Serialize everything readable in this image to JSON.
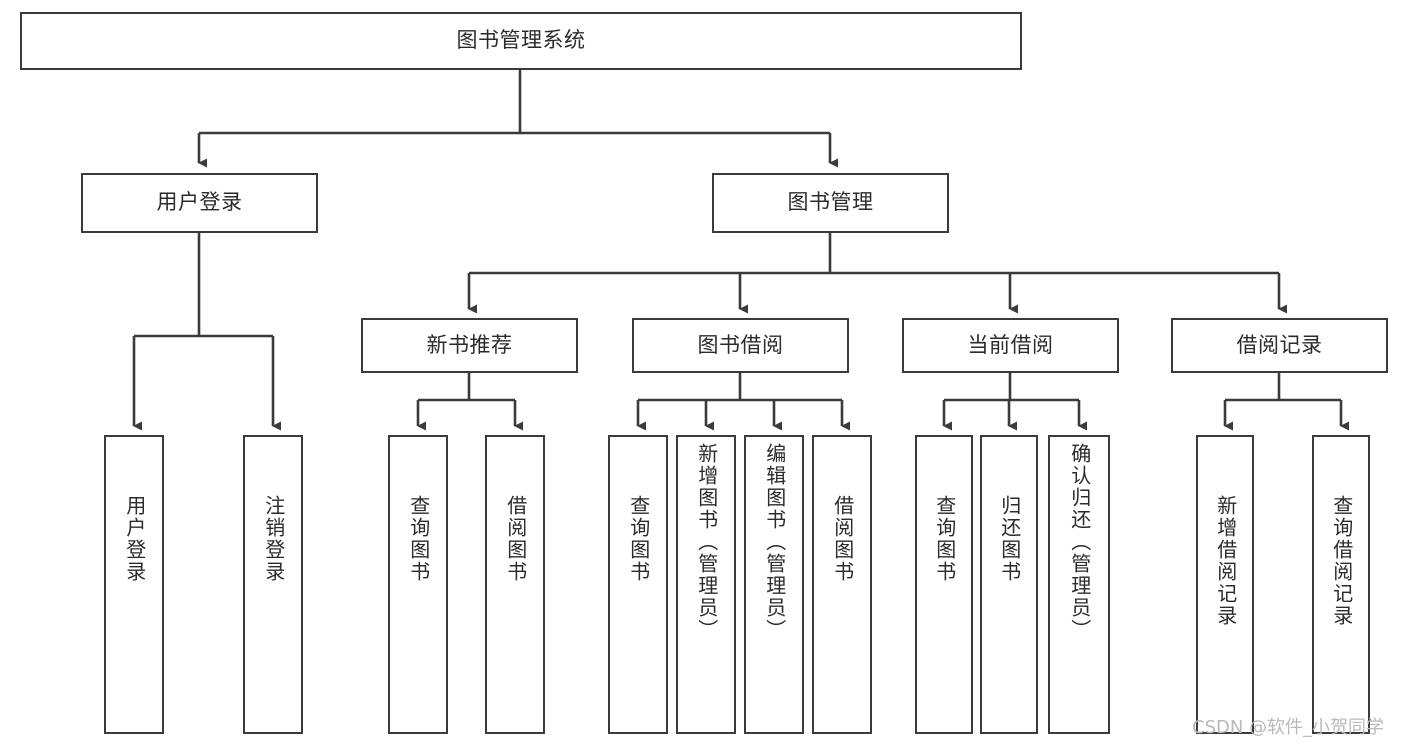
{
  "diagram": {
    "type": "tree-hierarchy-diagram",
    "title": "图书管理系统",
    "root": {
      "label": "图书管理系统"
    },
    "level1": [
      {
        "label": "用户登录"
      },
      {
        "label": "图书管理"
      }
    ],
    "level2": [
      {
        "label": "新书推荐"
      },
      {
        "label": "图书借阅"
      },
      {
        "label": "当前借阅"
      },
      {
        "label": "借阅记录"
      }
    ],
    "leaves": {
      "user_login": [
        {
          "label": "用户登录"
        },
        {
          "label": "注销登录"
        }
      ],
      "new_book_recommend": [
        {
          "label": "查询图书"
        },
        {
          "label": "借阅图书"
        }
      ],
      "book_borrow": [
        {
          "label": "查询图书"
        },
        {
          "label": "新增图书（管理员）"
        },
        {
          "label": "编辑图书（管理员）"
        },
        {
          "label": "借阅图书"
        }
      ],
      "current_borrow": [
        {
          "label": "查询图书"
        },
        {
          "label": "归还图书"
        },
        {
          "label": "确认归还（管理员）"
        }
      ],
      "borrow_record": [
        {
          "label": "新增借阅记录"
        },
        {
          "label": "查询借阅记录"
        }
      ]
    }
  },
  "watermark": {
    "text": "CSDN @软件_小贺同学"
  },
  "colors": {
    "box_border": "#3b3b3b",
    "text": "#2b2b2b",
    "background": "#ffffff",
    "connector": "#3b3b3b",
    "watermark": "#b9b9b9"
  }
}
